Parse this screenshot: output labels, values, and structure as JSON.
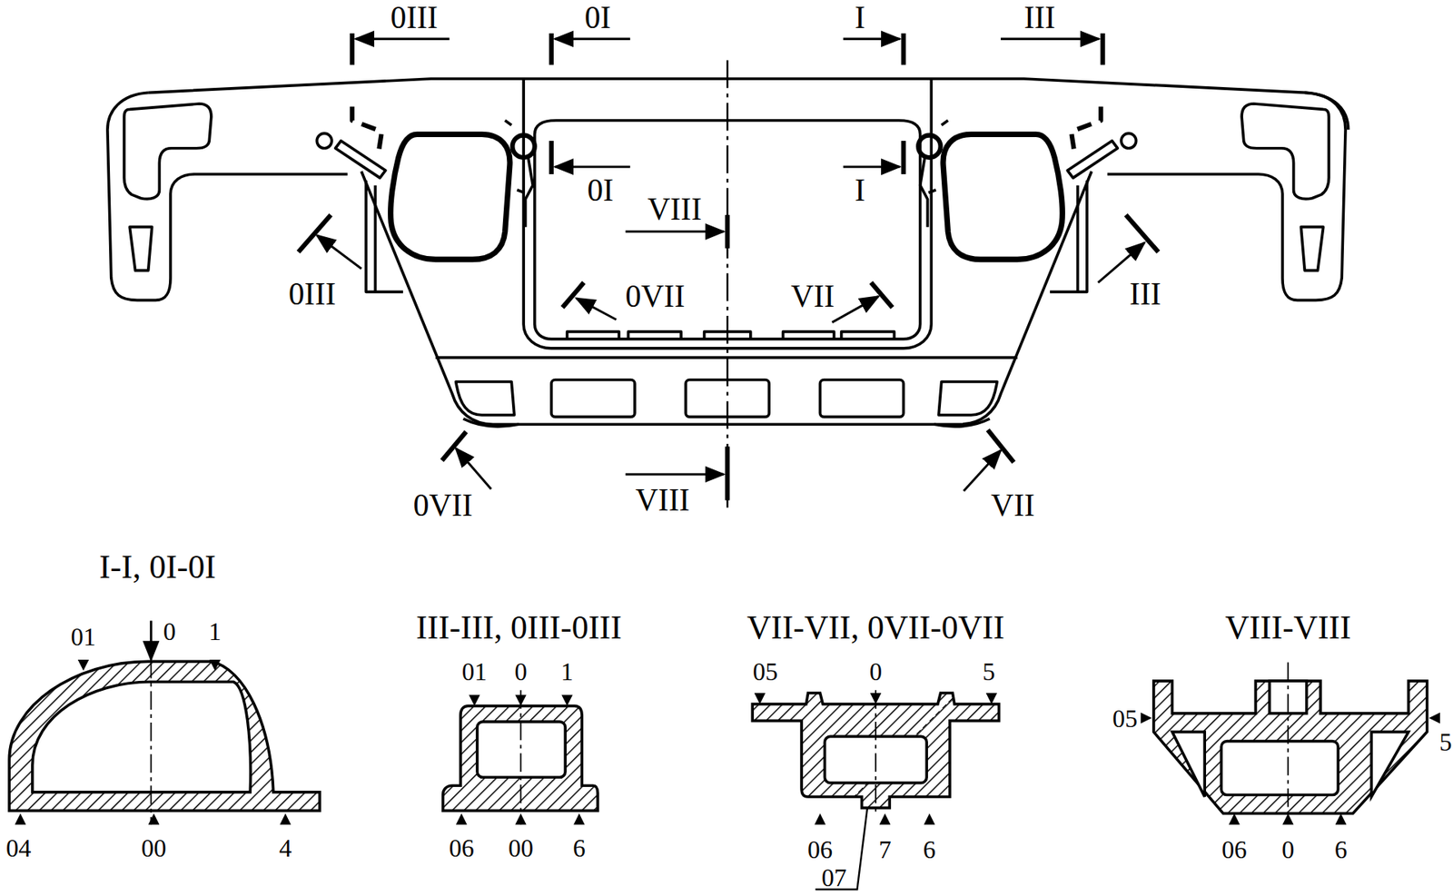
{
  "diagram": {
    "labels": [
      "0III",
      "0I",
      "I",
      "III",
      "0I",
      "I",
      "VIII",
      "0VII",
      "VII",
      "0III",
      "III",
      "0VII",
      "VII",
      "VIII",
      "I-I, 0I-0I",
      "III-III, 0III-0III",
      "VII-VII, 0VII-0VII",
      "VIII-VIII",
      "01",
      "0",
      "1",
      "04",
      "00",
      "4",
      "01",
      "0",
      "1",
      "06",
      "00",
      "6",
      "05",
      "0",
      "5",
      "06",
      "7",
      "6",
      "07",
      "05",
      "5",
      "06",
      "0",
      "6"
    ]
  }
}
